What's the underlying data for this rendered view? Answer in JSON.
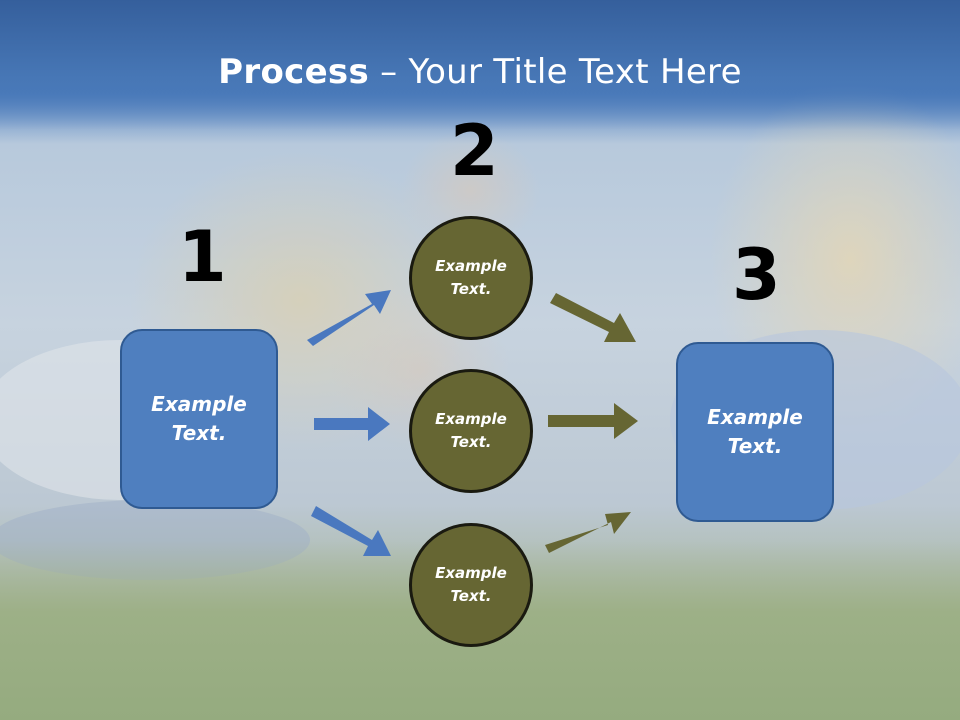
{
  "title": {
    "bold": "Process",
    "rest": " – Your Title Text Here"
  },
  "steps": {
    "one": "1",
    "two": "2",
    "three": "3"
  },
  "left_box": {
    "label": "Example\nText."
  },
  "circles": [
    {
      "label": "Example\nText."
    },
    {
      "label": "Example\nText."
    },
    {
      "label": "Example\nText."
    }
  ],
  "right_box": {
    "label": "Example\nText."
  },
  "colors": {
    "box_fill": "#4f7fbf",
    "circle_fill": "#666633",
    "arrow_blue": "#4a78bf",
    "arrow_olive": "#666633"
  }
}
